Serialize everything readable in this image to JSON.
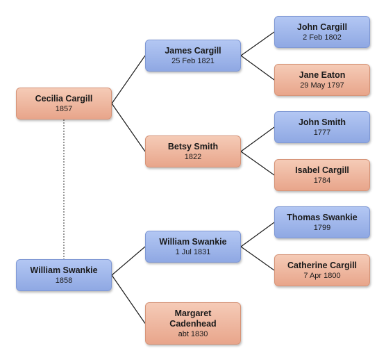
{
  "people": {
    "cecilia": {
      "name": "Cecilia Cargill",
      "date": "1857",
      "gender": "female"
    },
    "williams": {
      "name": "William Swankie",
      "date": "1858",
      "gender": "male"
    },
    "james": {
      "name": "James Cargill",
      "date": "25 Feb 1821",
      "gender": "male"
    },
    "betsy": {
      "name": "Betsy Smith",
      "date": "1822",
      "gender": "female"
    },
    "williamsw": {
      "name": "William Swankie",
      "date": "1 Jul 1831",
      "gender": "male"
    },
    "margaret": {
      "name": "Margaret Cadenhead",
      "date": "abt 1830",
      "gender": "female"
    },
    "johnc": {
      "name": "John Cargill",
      "date": "2 Feb 1802",
      "gender": "male"
    },
    "jane": {
      "name": "Jane Eaton",
      "date": "29 May 1797",
      "gender": "female"
    },
    "johns": {
      "name": "John Smith",
      "date": "1777",
      "gender": "male"
    },
    "isabel": {
      "name": "Isabel Cargill",
      "date": "1784",
      "gender": "female"
    },
    "thomas": {
      "name": "Thomas Swankie",
      "date": "1799",
      "gender": "male"
    },
    "catherine": {
      "name": "Catherine Cargill",
      "date": "7 Apr 1800",
      "gender": "female"
    }
  },
  "colors": {
    "male_fill": "#a3b9ee",
    "female_fill": "#efb9a1",
    "line": "#1a1a1a",
    "spouse_line": "#555555"
  },
  "relations": {
    "spouses": [
      [
        "cecilia",
        "williams"
      ]
    ],
    "parents": [
      {
        "child": "cecilia",
        "father": "james",
        "mother": "betsy"
      },
      {
        "child": "williams",
        "father": "williamsw",
        "mother": "margaret"
      },
      {
        "child": "james",
        "father": "johnc",
        "mother": "jane"
      },
      {
        "child": "betsy",
        "father": "johns",
        "mother": "isabel"
      },
      {
        "child": "williamsw",
        "father": "thomas",
        "mother": "catherine"
      }
    ]
  }
}
